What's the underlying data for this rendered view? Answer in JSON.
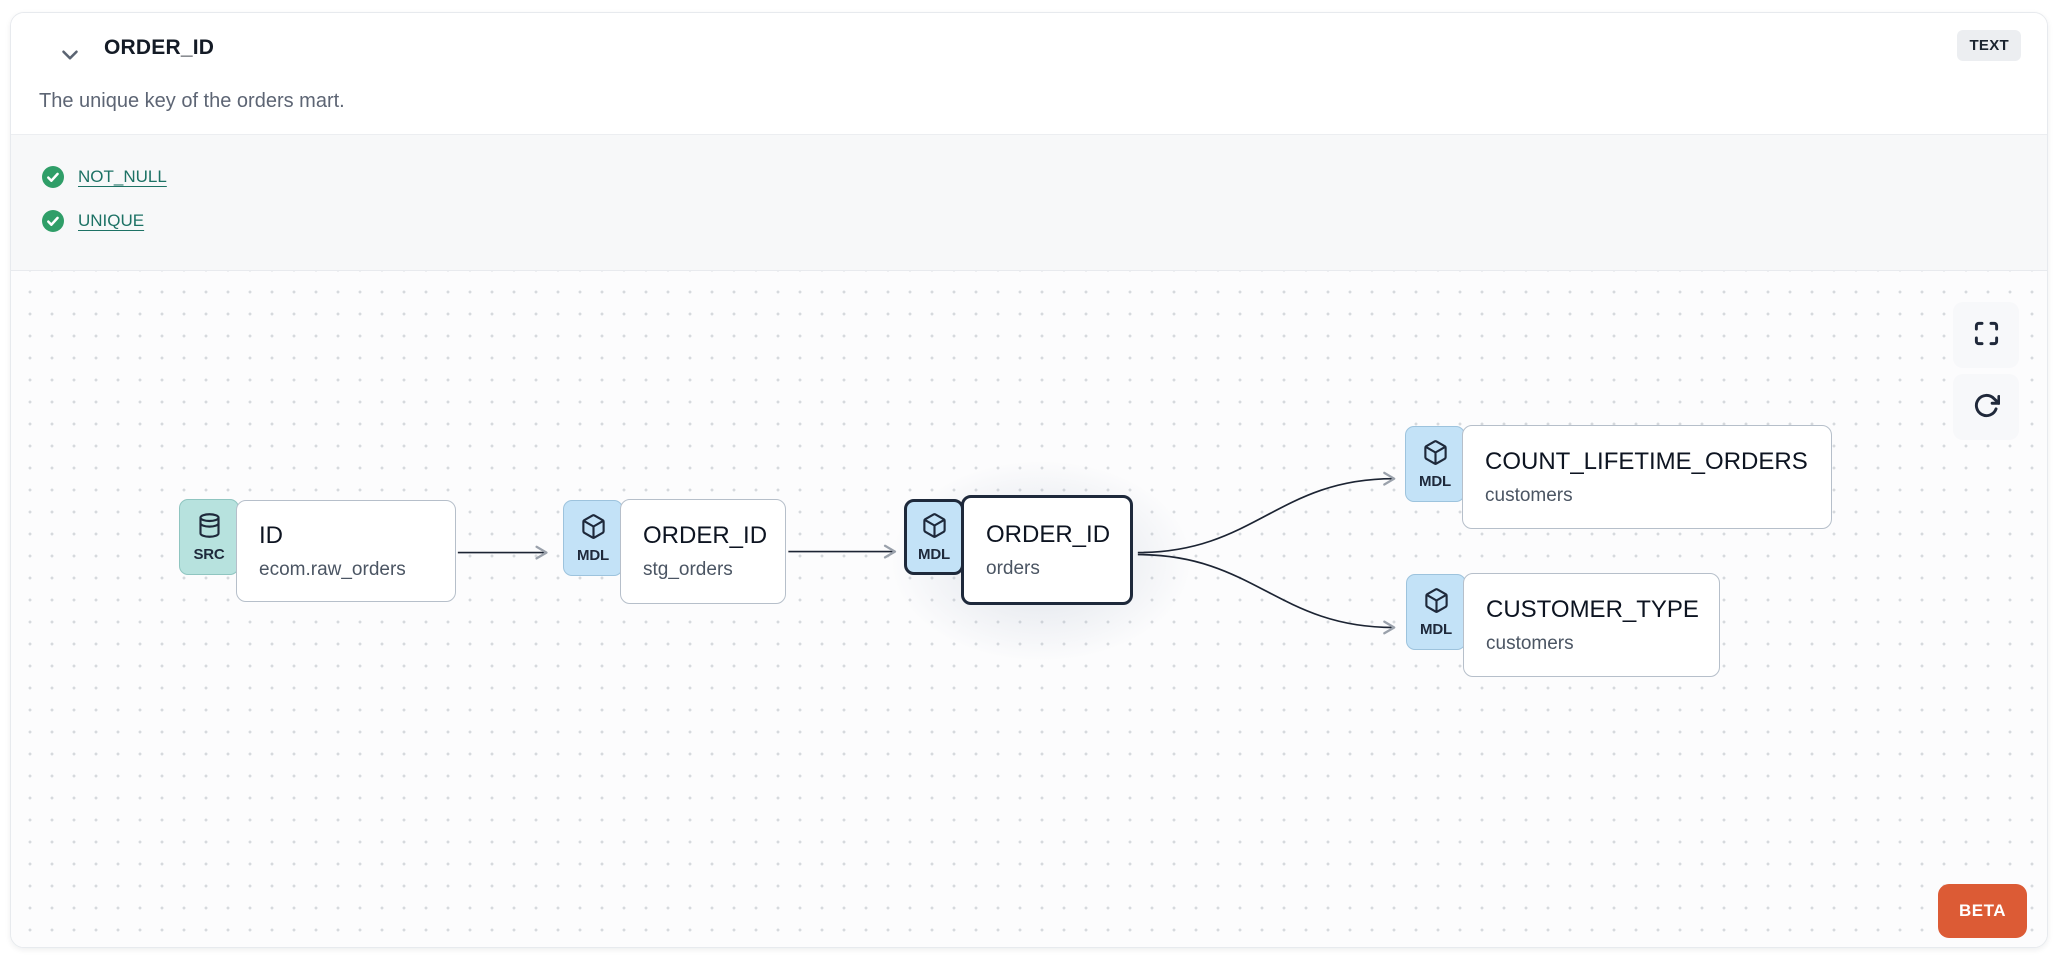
{
  "header": {
    "title": "ORDER_ID",
    "type_badge": "TEXT",
    "description": "The unique key of the orders mart.",
    "collapse_icon": "chevron-down-icon"
  },
  "tests": [
    {
      "name": "NOT_NULL",
      "status": "passed",
      "icon": "check-circle-icon"
    },
    {
      "name": "UNIQUE",
      "status": "passed",
      "icon": "check-circle-icon"
    }
  ],
  "lineage": {
    "nodes": [
      {
        "id": "src",
        "badge": "SRC",
        "icon": "database-icon",
        "title": "ID",
        "subtitle": "ecom.raw_orders",
        "selected": false
      },
      {
        "id": "stg",
        "badge": "MDL",
        "icon": "cube-icon",
        "title": "ORDER_ID",
        "subtitle": "stg_orders",
        "selected": false
      },
      {
        "id": "orders",
        "badge": "MDL",
        "icon": "cube-icon",
        "title": "ORDER_ID",
        "subtitle": "orders",
        "selected": true
      },
      {
        "id": "count",
        "badge": "MDL",
        "icon": "cube-icon",
        "title": "COUNT_LIFETIME_ORDERS",
        "subtitle": "customers",
        "selected": false
      },
      {
        "id": "ctype",
        "badge": "MDL",
        "icon": "cube-icon",
        "title": "CUSTOMER_TYPE",
        "subtitle": "customers",
        "selected": false
      }
    ],
    "edges": [
      {
        "from": "src",
        "to": "stg"
      },
      {
        "from": "stg",
        "to": "orders"
      },
      {
        "from": "orders",
        "to": "count"
      },
      {
        "from": "orders",
        "to": "ctype"
      }
    ],
    "controls": [
      {
        "name": "fullscreen",
        "icon": "maximize-icon"
      },
      {
        "name": "refresh",
        "icon": "refresh-icon"
      }
    ],
    "beta_label": "BETA"
  },
  "colors": {
    "accent_orange": "#dc5b35",
    "test_pass_green": "#2f9e68",
    "test_link_teal": "#1d7265",
    "badge_model_blue": "#c3e2f7",
    "badge_source_teal": "#b7e2de",
    "selected_border": "#1e293b",
    "node_border": "#b6bfca",
    "edge_line": "#1c2433"
  }
}
